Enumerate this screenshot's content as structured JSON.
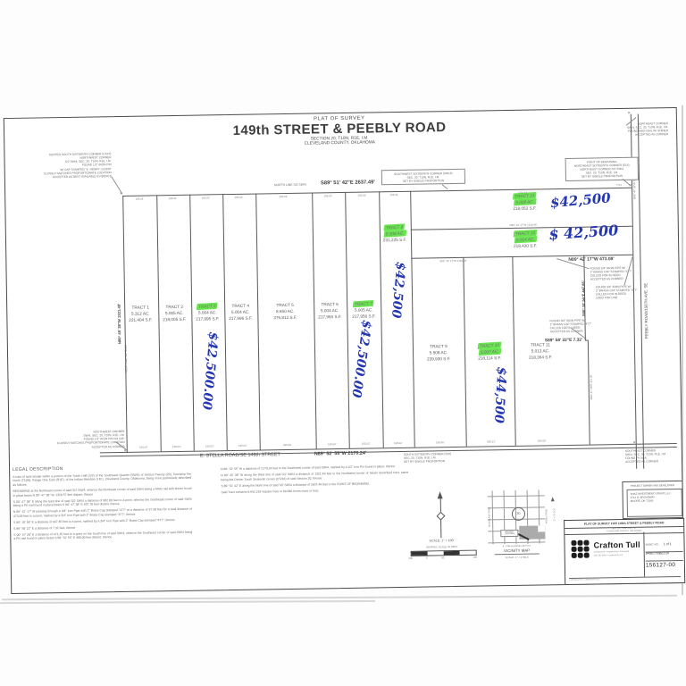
{
  "document": {
    "type_label": "PLAT OF SURVEY",
    "title": "149th STREET & PEEBLY ROAD",
    "section_line": "SECTION 20, T10N, R1E, I.M.",
    "county_line": "CLEVELAND COUNTY, OKLAHOMA"
  },
  "colors": {
    "highlight_green": "#4fe032",
    "handwriting_blue": "#2437b1",
    "line_gray": "#5a5a5a"
  },
  "boundary": {
    "north_line_label": "NORTH LINE S/2 SW/4",
    "north_bearing": "S89° 51' 42\"E  2637.49'",
    "street_name": "E. STELLA ROAD/SE 149th STREET",
    "south_bearing": "N89° 52' 55\"W  2170.24'",
    "west_bearing": "N00° 45' 38\"W  1321.49'",
    "west_line_label": "WEST LINE S/2 SW/4",
    "east_road_label": "PEEBLY ROAD/156TH AVE. SE",
    "east_line_dim": "S00° 47' 38\"E  1320.57'",
    "east_upper_dim": "N00° 47' 38\"W  1320.57'",
    "east_lower_dim": "S00° 47' 28\"E  471.35'",
    "tract12_south_bearing": "N89° 42' 17\"W  473.08'",
    "strip_divider_dim": "N89° 42' 17\"W  1318.98'",
    "strip_south_dim": "S89° 42' 17\"W  1318.98'",
    "t11_east_dim": "S00° 10' 56\"E  447.85'",
    "jog_dim": "S89° 58' 22\"E  7.32'",
    "pob_offset": "7.5'±",
    "top_dims": [
      "165.04'",
      "165.03'",
      "165.03'",
      "165.03'",
      "285.26'",
      "165.03'",
      "165.02'",
      "165.02'",
      "1318.41'"
    ],
    "bottom_dims": [
      "165.04'",
      "165.03'",
      "165.03'",
      "165.03'",
      "285.26'",
      "165.03'",
      "165.02'",
      "165.02'",
      "190.56'",
      "180.23'",
      "264.00'"
    ]
  },
  "tracts": [
    {
      "name": "TRACT 1",
      "ac": "5.312 AC.",
      "sf": "231,404 S.F."
    },
    {
      "name": "TRACT 2",
      "ac": "5.005 AC.",
      "sf": "218,005 S.F."
    },
    {
      "name": "TRACT 3",
      "ac": "5.004 AC.",
      "sf": "217,995 S.F."
    },
    {
      "name": "TRACT 4",
      "ac": "5.004 AC.",
      "sf": "217,996 S.F."
    },
    {
      "name": "TRACT 5",
      "ac": "8.650 AC.",
      "sf": "376,812 S.F."
    },
    {
      "name": "TRACT 6",
      "ac": "5.004 AC.",
      "sf": "217,960 S.F."
    },
    {
      "name": "TRACT 7",
      "ac": "5.005 AC.",
      "sf": "217,950 S.F."
    },
    {
      "name": "TRACT 8",
      "ac": "5.308 AC.",
      "sf": "231,225 S.F."
    },
    {
      "name": "TRACT 9",
      "ac": "5.508 AC.",
      "sf": "239,930 S.F."
    },
    {
      "name": "TRACT 10",
      "ac": "5.007 AC.",
      "sf": "218,114 S.F."
    },
    {
      "name": "TRACT 11",
      "ac": "5.013 AC.",
      "sf": "218,364 S.F."
    },
    {
      "name": "TRACT 12",
      "ac": "5.014 AC.",
      "sf": "218,420 S.F."
    },
    {
      "name": "TRACT 13",
      "ac": "5.006 AC.",
      "sf": "218,053 S.F."
    }
  ],
  "prices": {
    "tract3": "$42,500.00",
    "tract7": "$42,500.00",
    "tract8": "$42,500",
    "tract10": "$44,500",
    "tract12": "$ 42,500",
    "tract13": "$42,500"
  },
  "notes": {
    "cs16": [
      "CENTER SOUTH SIXTEENTH CORNER (CS16)",
      "NORTHWEST CORNER",
      "S/2 SW/4, SEC. 20, T10N, R1E, I.M.",
      "FOUND 1/2\" IRON PIN",
      "W/ CAP STAMPED \"K. HENRY LS1339\"",
      "CLOSELY MATCHES PROPORTIONATE LOCATION",
      "ACCEPTED AS BEST AVAILABLE EVIDENCE"
    ],
    "sw16": [
      "SOUTHWEST SIXTEENTH CORNER (SW16)",
      "SEC. 20, T10N, R1E, I.M.",
      "SET BY SINGLE PROPORTION"
    ],
    "ne": [
      "NORTHEAST CORNER",
      "SW/4, SEC. 20, T10N, R1E, I.M.",
      "FOUND MAG NAIL W/ SHINER",
      "ACCEPTED AS CORNER"
    ],
    "pob": [
      "POINT OF BEGINNING",
      "NORTHEAST SIXTEENTH CORNER (E16)",
      "NORTHEAST CORNER S/2 SW/4",
      "SEC. 20, T10N, R1E, I.M.",
      "SET BY SINGLE PROPORTION"
    ],
    "pipe1": [
      "FOUND 3/4\" IRON PIPE W/",
      "2\" BRASS CAP STAMPED \"477\"",
      "CALLED FOR IN DEED",
      "ACCEPTED AS CORNER"
    ],
    "pipe2": [
      "FOUND 3/4\" IRON PIPE W/",
      "2\" BRASS CAP STAMPED \"477\"",
      "CALLED FOR IN DEED",
      "USED FOR LINE"
    ],
    "pipe3": [
      "FOUND 3/4\" IRON PIPE W/",
      "2\" BRASS CAP STAMPED \"477\"",
      "CALLED FOR IN DEED",
      "ACCEPTED AS CORNER"
    ],
    "sw": [
      "SOUTHWEST CORNER",
      "SW/4, SEC. 20, T10N, R1E, I.M.",
      "FOUND 1/2\" IRON PIN NO CAP",
      "CLOSELY MATCHES PROPORTIONATE LOCATION",
      "ACCEPTED AS CORNER"
    ],
    "s16": [
      "SOUTH SIXTEENTH CORNER (S16)",
      "SEC. 20, T10N, R1E, I.M.",
      "SET BY SINGLE PROPORTION"
    ],
    "se": [
      "SOUTHEAST CORNER",
      "SW/4, SEC. 20, T10N, R1E, I.M.",
      "FOUND PK NAIL",
      "ACCEPTED AS CORNER"
    ]
  },
  "legal": {
    "heading": "LEGAL DESCRIPTION",
    "left": [
      "A tract of land situate within a portion of the South Half (S/2) of the Southwest Quarter (SW/4) of Section Twenty (20), Township Ten North (T10N), Range One East (R1E), of the Indian Meridian (I.M.), Cleveland County, Oklahoma, being more particularly described as follows:",
      "BEGINNING at the Northeast corner of said S/2 SW/4, whence the Northeast corner of said SW/4 being a MAG nail with shiner found in place bears N 00° 47' 38\" W, 1320.57 feet distant; thence",
      "S 00° 47' 38\" E along the East line of said S/2 SW/4 a distance of 982.80 feet to a point, whence the Southeast corner of said SW/4 being a PK nail found in place bears S 00° 47' 38\" E 937.76 feet distant; thence",
      "N 89° 42' 17\" W passing through a 3/4\" Iron Pipe with 2\" Brass Cap stamped \"477\" at a distance of 37.58 feet for a total distance of 473.08 feet to a point, marked by a 3/4\" Iron Pipe with 2\" Brass Cap stamped \"477\"; thence",
      "S 00° 10' 56\" E a distance of 447.85 feet to a point, marked by a 3/4\" Iron Pipe with 2\" Brass Cap stamped \"477\"; thence",
      "S 89° 58' 22\" E a distance of 7.32 feet; thence",
      "S 00° 47' 28\" E a distance of 471.35 feet to a point on the South line of said SW/4, whence the Southeast corner of said SW/4 being a PK nail found in place bears S 89° 52' 55\" E 468.00 feet distant; thence"
    ],
    "right": [
      "N 89° 52' 55\" W a distance of 2170.24 feet to the Southwest corner of said SW/4, marked by a 1/2\" Iron Pin found in place; thence",
      "N 00° 45' 38\" W along the West line of said S/2 SW/4 a distance of 1321.49 feet to the Northwest corner of herein described tract, same being the Center South Sixteenth corner (CS/16) of said Section 20; thence",
      "S 89° 51' 42\" E along the North line of said S/2 SW/4 a distance of 2637.49 feet to the POINT OF BEGINNING.",
      "Said Tract contains 6,942,218 Square Feet or 69.840 Acres more or less."
    ]
  },
  "scalebar": {
    "scale_text": "SCALE: 1\" = 100'",
    "graphic_label": "GRAPHIC SCALE IN FEET",
    "ticks": [
      "100",
      "0",
      "50",
      "100"
    ]
  },
  "vicinity": {
    "title": "VICINITY MAP",
    "scale_text": "SCALE: 1\" = 2 MILE",
    "section_number": "20",
    "project_location_label": "PROJECT LOCATION",
    "left_road": "SUNNYLANE ROAD",
    "right_road": "PEEBLY ROAD",
    "bottom_road": "E. STELLA RD/SE 149TH ST",
    "north_label": "NORTH"
  },
  "owner": {
    "heading": "PROJECT OWNER AND DEVELOPER",
    "name": "SHAZ INVESTMENT GROUP, LLC.",
    "address1": "2712 N. BROADWAY",
    "address2": "MOORE, OK 73160"
  },
  "titleblock": {
    "strip_title": "PLAT OF SURVEY FOR 149th STREET & PEEBLY ROAD",
    "sub1": "SEC. 20, T10N, R1E, I.M.",
    "sub2": "CLEVELAND COUNTY, OKLAHOMA",
    "company": "Crafton Tull",
    "tagline": "architecture • engineering • surveying",
    "contact": "405.787.6600 • craftontull.com",
    "sheet_label": "SHEET NO.:",
    "sheet_value": "1 of 1",
    "date_label": "DATE:",
    "date_value": "01/22/16",
    "project_label": "PROJECT NO.:",
    "project_value": "156127-00",
    "copyright": "COPYRIGHT ©, CRAFTON TULL"
  }
}
